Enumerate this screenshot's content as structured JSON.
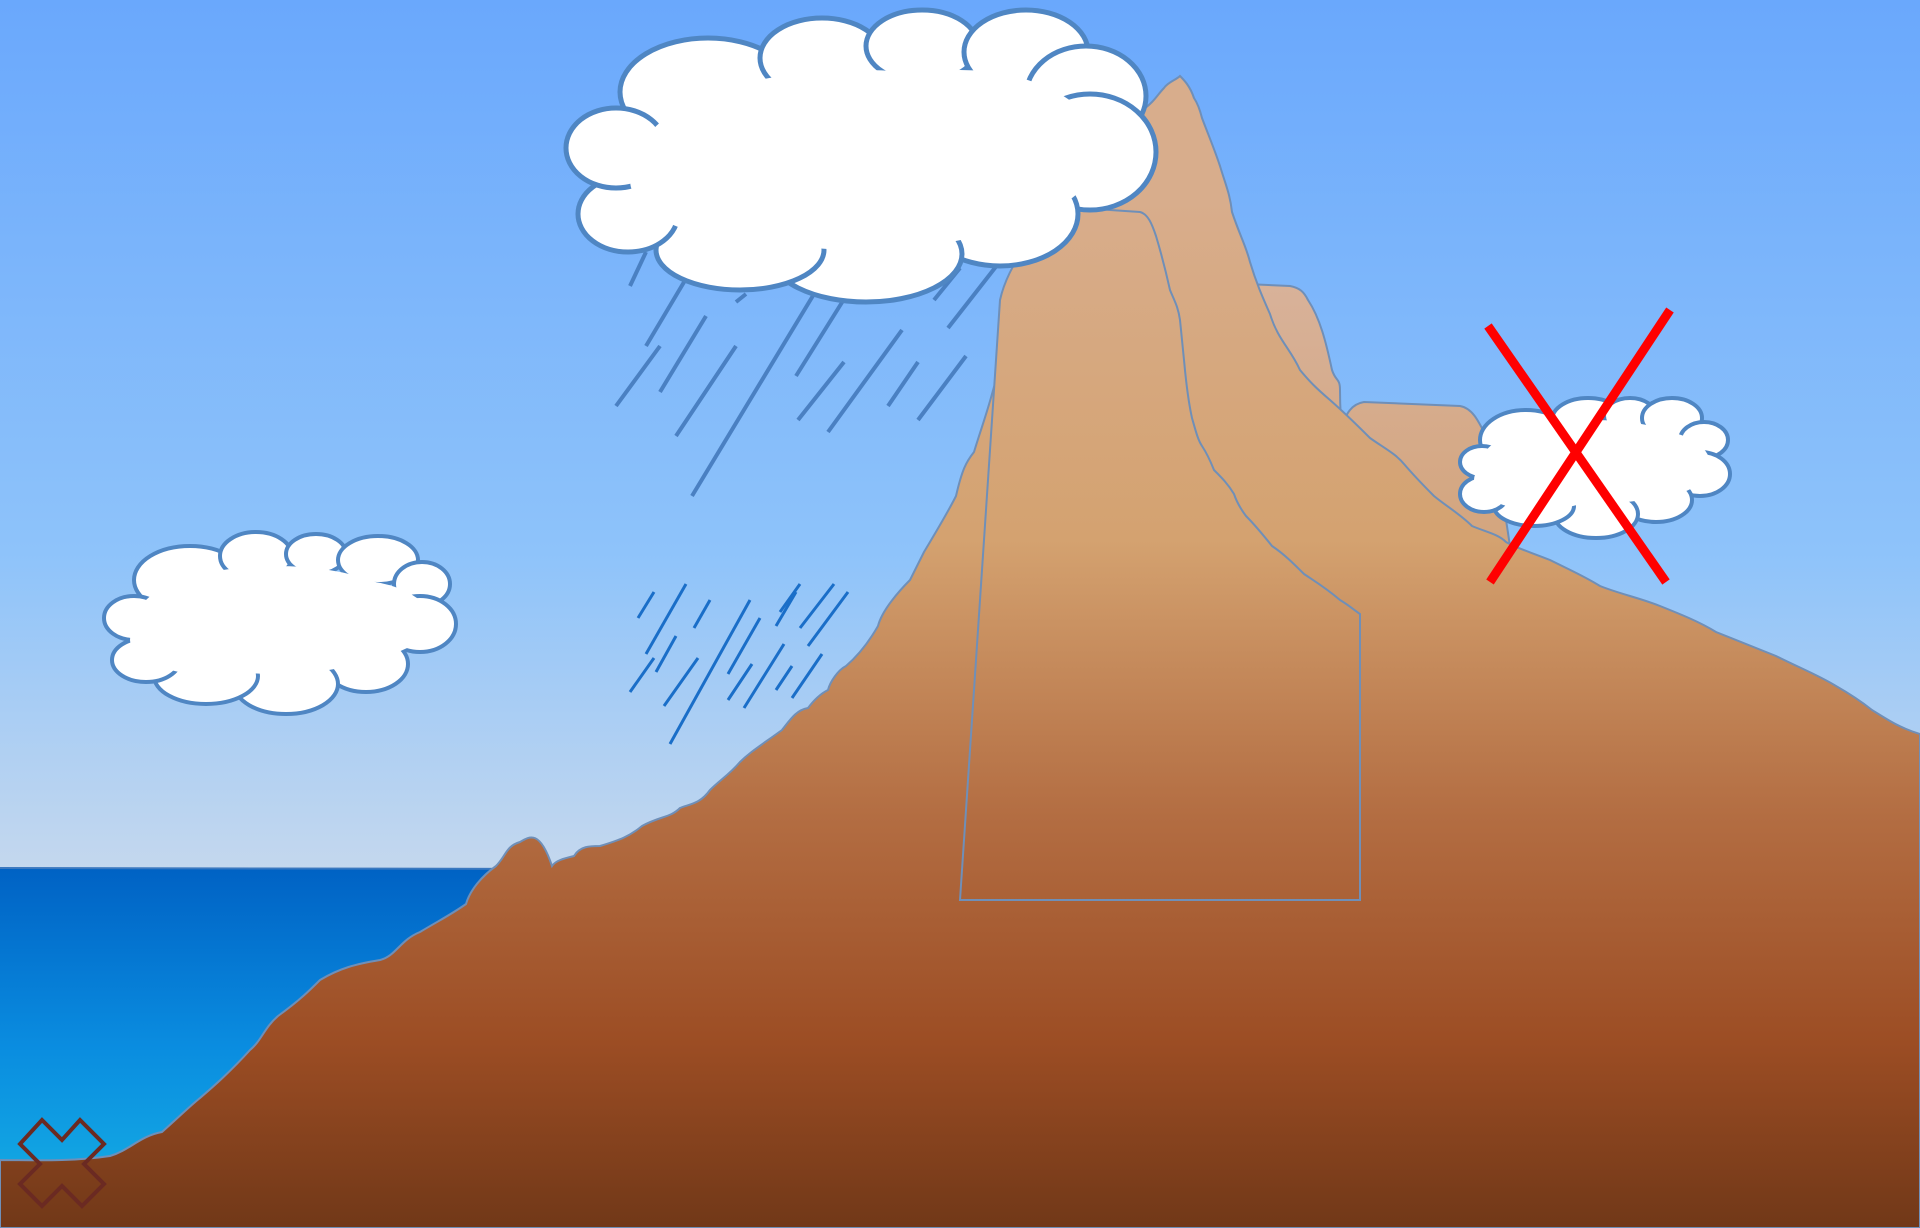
{
  "scene": {
    "type": "rain-shadow-illustration",
    "text_labels": []
  },
  "colors": {
    "sky_top": "#6aa8fc",
    "sky_mid": "#8ec3fa",
    "sky_horizon": "#cddbec",
    "sea_top": "#0062c4",
    "sea_bottom": "#16b2e4",
    "mountain_top": "#d4a270",
    "mountain_mid": "#b0673a",
    "mountain_bottom": "#713818",
    "far_peak_top": "#d8b29a",
    "far_peak_bottom": "#d09b68",
    "cloud_fill": "#ffffff",
    "cloud_outline": "#4f86c3",
    "rain_upper": "#4a80c2",
    "rain_lower": "#1a6ec8",
    "cross_mark": "#ff0000",
    "logo": "#6b2a22"
  },
  "elements": {
    "rain_cloud": "storm-cloud-over-peak",
    "windward_cloud": "cloud-left",
    "leeward_cloud": "cloud-right-crossed-out",
    "no_cloud_mark": "red-x-icon",
    "logo": "double-cross-logo-icon"
  }
}
